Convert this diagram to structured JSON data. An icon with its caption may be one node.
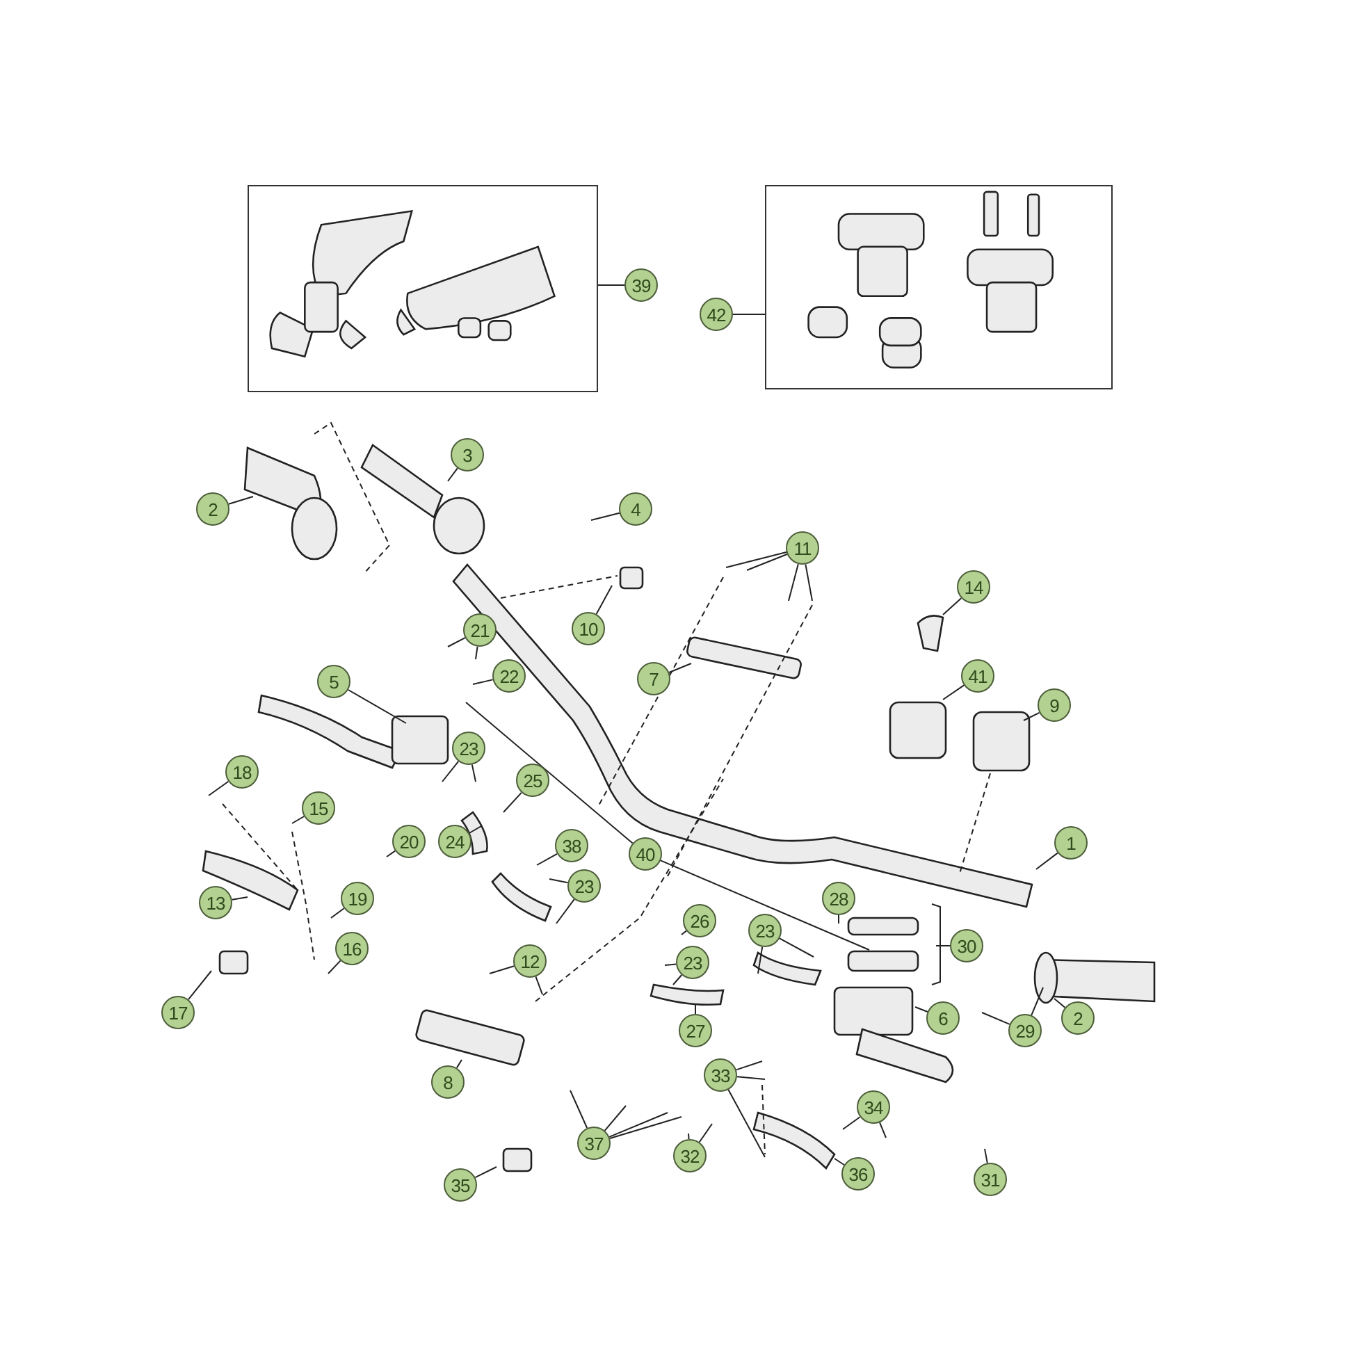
{
  "diagram": {
    "nodes": [
      {
        "text": [],
        "shape": "box"
      },
      {
        "text": [
          "39"
        ]
      },
      {
        "text": [
          "42"
        ]
      },
      {
        "text": [],
        "shape": "box"
      },
      {
        "text": [
          "2"
        ]
      },
      {
        "text": [
          "3"
        ]
      },
      {
        "text": [
          "4"
        ]
      },
      {
        "text": [
          "11"
        ]
      },
      {
        "text": [
          "14"
        ]
      },
      {
        "text": [
          "10"
        ]
      },
      {
        "text": [
          "21"
        ]
      },
      {
        "text": [
          "22"
        ]
      },
      {
        "text": [
          "7"
        ]
      },
      {
        "text": [
          "5"
        ]
      },
      {
        "text": [
          "41"
        ]
      },
      {
        "text": [
          "9"
        ]
      },
      {
        "text": [
          "23"
        ]
      },
      {
        "text": [
          "25"
        ]
      },
      {
        "text": [
          "18"
        ]
      },
      {
        "text": [
          "15"
        ]
      },
      {
        "text": [
          "24"
        ]
      },
      {
        "text": [
          "20"
        ]
      },
      {
        "text": [
          "38"
        ]
      },
      {
        "text": [
          "40"
        ]
      },
      {
        "text": [
          "1"
        ]
      },
      {
        "text": [
          "23"
        ]
      },
      {
        "text": [
          "13"
        ]
      },
      {
        "text": [
          "19"
        ]
      },
      {
        "text": [
          "28"
        ]
      },
      {
        "text": [
          "26"
        ]
      },
      {
        "text": [
          "23"
        ]
      },
      {
        "text": [
          "30"
        ]
      },
      {
        "text": [
          "16"
        ]
      },
      {
        "text": [
          "23"
        ]
      },
      {
        "text": [
          "12"
        ]
      },
      {
        "text": [
          "17"
        ]
      },
      {
        "text": [
          "6"
        ]
      },
      {
        "text": [
          "2"
        ]
      },
      {
        "text": [
          "29"
        ]
      },
      {
        "text": [
          "27"
        ]
      },
      {
        "text": [
          "8"
        ]
      },
      {
        "text": [
          "33"
        ]
      },
      {
        "text": [
          "34"
        ]
      },
      {
        "text": [
          "37"
        ]
      },
      {
        "text": [
          "32"
        ]
      },
      {
        "text": [
          "36"
        ]
      },
      {
        "text": [
          "31"
        ]
      },
      {
        "text": [
          "35"
        ]
      }
    ],
    "edges": [
      {
        "from": 1,
        "to": 0,
        "arrow": "none"
      },
      {
        "from": 2,
        "to": 3,
        "arrow": "none"
      },
      {
        "from": 4,
        "to": null,
        "arrow": "none"
      },
      {
        "from": 5,
        "to": null,
        "arrow": "none"
      },
      {
        "from": 6,
        "to": null,
        "arrow": "none"
      },
      {
        "from": 7,
        "to": null,
        "arrow": "none"
      },
      {
        "from": 7,
        "to": null,
        "arrow": "none"
      },
      {
        "from": 7,
        "to": null,
        "arrow": "none"
      },
      {
        "from": 7,
        "to": null,
        "arrow": "none"
      },
      {
        "from": 8,
        "to": null,
        "arrow": "none"
      },
      {
        "from": 9,
        "to": null,
        "arrow": "none"
      },
      {
        "from": 10,
        "to": null,
        "arrow": "none"
      },
      {
        "from": 10,
        "to": null,
        "arrow": "none"
      },
      {
        "from": 11,
        "to": null,
        "arrow": "none"
      },
      {
        "from": 12,
        "to": null,
        "arrow": "none"
      },
      {
        "from": 13,
        "to": null,
        "arrow": "none"
      },
      {
        "from": 14,
        "to": null,
        "arrow": "none"
      },
      {
        "from": 15,
        "to": null,
        "arrow": "none"
      },
      {
        "from": 16,
        "to": null,
        "arrow": "none"
      },
      {
        "from": 16,
        "to": null,
        "arrow": "none"
      },
      {
        "from": 17,
        "to": null,
        "arrow": "none"
      },
      {
        "from": 18,
        "to": null,
        "arrow": "none"
      },
      {
        "from": 19,
        "to": null,
        "arrow": "none"
      },
      {
        "from": 20,
        "to": null,
        "arrow": "none"
      },
      {
        "from": 21,
        "to": null,
        "arrow": "none"
      },
      {
        "from": 22,
        "to": null,
        "arrow": "none"
      },
      {
        "from": 23,
        "to": null,
        "arrow": "none"
      },
      {
        "from": 23,
        "to": null,
        "arrow": "none"
      },
      {
        "from": 24,
        "to": null,
        "arrow": "none"
      },
      {
        "from": 25,
        "to": null,
        "arrow": "none"
      },
      {
        "from": 25,
        "to": null,
        "arrow": "none"
      },
      {
        "from": 26,
        "to": null,
        "arrow": "none"
      },
      {
        "from": 27,
        "to": null,
        "arrow": "none"
      },
      {
        "from": 28,
        "to": null,
        "arrow": "none"
      },
      {
        "from": 29,
        "to": null,
        "arrow": "none"
      },
      {
        "from": 30,
        "to": null,
        "arrow": "none"
      },
      {
        "from": 30,
        "to": null,
        "arrow": "none"
      },
      {
        "from": 31,
        "to": null,
        "arrow": "none"
      },
      {
        "from": 32,
        "to": null,
        "arrow": "none"
      },
      {
        "from": 33,
        "to": null,
        "arrow": "none"
      },
      {
        "from": 33,
        "to": null,
        "arrow": "none"
      },
      {
        "from": 34,
        "to": null,
        "arrow": "none"
      },
      {
        "from": 34,
        "to": null,
        "arrow": "none"
      },
      {
        "from": 35,
        "to": null,
        "arrow": "none"
      },
      {
        "from": 36,
        "to": null,
        "arrow": "none"
      },
      {
        "from": 37,
        "to": null,
        "arrow": "none"
      },
      {
        "from": 38,
        "to": null,
        "arrow": "none"
      },
      {
        "from": 38,
        "to": null,
        "arrow": "none"
      },
      {
        "from": 39,
        "to": null,
        "arrow": "none"
      },
      {
        "from": 40,
        "to": null,
        "arrow": "none"
      },
      {
        "from": 41,
        "to": null,
        "arrow": "none"
      },
      {
        "from": 41,
        "to": null,
        "arrow": "none"
      },
      {
        "from": 41,
        "to": null,
        "arrow": "none"
      },
      {
        "from": 42,
        "to": null,
        "arrow": "none"
      },
      {
        "from": 42,
        "to": null,
        "arrow": "none"
      },
      {
        "from": 43,
        "to": null,
        "arrow": "none"
      },
      {
        "from": 43,
        "to": null,
        "arrow": "none"
      },
      {
        "from": 43,
        "to": null,
        "arrow": "none"
      },
      {
        "from": 43,
        "to": null,
        "arrow": "none"
      },
      {
        "from": 44,
        "to": null,
        "arrow": "none"
      },
      {
        "from": 44,
        "to": null,
        "arrow": "none"
      },
      {
        "from": 45,
        "to": null,
        "arrow": "none"
      },
      {
        "from": 46,
        "to": null,
        "arrow": "none"
      },
      {
        "from": 47,
        "to": null,
        "arrow": "none"
      }
    ]
  }
}
